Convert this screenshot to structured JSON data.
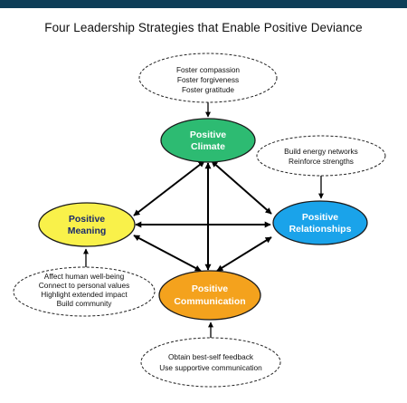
{
  "title": "Four Leadership Strategies that Enable Positive Deviance",
  "nodes": {
    "climate": {
      "lines": [
        "Positive",
        "Climate"
      ],
      "color": "#2dbb72",
      "text_color": "#ffffff"
    },
    "relationships": {
      "lines": [
        "Positive",
        "Relationships"
      ],
      "color": "#1aa3ea",
      "text_color": "#ffffff"
    },
    "meaning": {
      "lines": [
        "Positive",
        "Meaning"
      ],
      "color": "#f9f14a",
      "text_color": "#1a2a6c"
    },
    "communication": {
      "lines": [
        "Positive",
        "Communication"
      ],
      "color": "#f4a21d",
      "text_color": "#ffffff"
    }
  },
  "callouts": {
    "climate": [
      "Foster compassion",
      "Foster forgiveness",
      "Foster gratitude"
    ],
    "relationships": [
      "Build energy networks",
      "Reinforce strengths"
    ],
    "meaning": [
      "Affect human well-being",
      "Connect to personal values",
      "Highlight extended impact",
      "Build community"
    ],
    "communication": [
      "Obtain best-self feedback",
      "Use supportive communication"
    ]
  }
}
